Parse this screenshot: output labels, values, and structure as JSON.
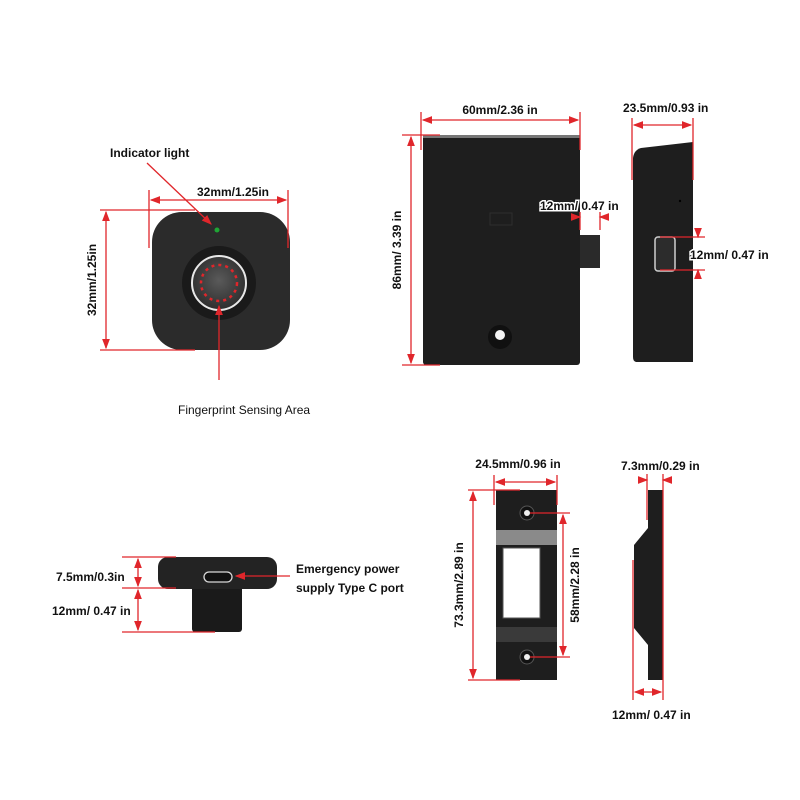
{
  "colors": {
    "dimension": "#e0262b",
    "product": "#1e1e1e",
    "indicator": "#1fa535"
  },
  "fingerprint_head_top": {
    "indicator_label": "Indicator light",
    "width_label": "32mm/1.25in",
    "height_label": "32mm/1.25in",
    "sensor_label": "Fingerprint Sensing Area"
  },
  "lock_body_front": {
    "width_label": "60mm/2.36 in",
    "height_label": "86mm/ 3.39 in",
    "bolt_label": "12mm/ 0.47 in"
  },
  "lock_body_side": {
    "depth_label": "23.5mm/0.93 in",
    "bolt_label": "12mm/ 0.47 in"
  },
  "fingerprint_head_side": {
    "head_label": "7.5mm/0.3in",
    "stem_label": "12mm/ 0.47 in",
    "port_label_line1": "Emergency power",
    "port_label_line2": "supply Type C port"
  },
  "strike_plate_front": {
    "width_label": "24.5mm/0.96 in",
    "height_label": "73.3mm/2.89 in",
    "hole_spacing_label": "58mm/2.28 in"
  },
  "strike_plate_side": {
    "thickness_label": "7.3mm/0.29 in",
    "depth_label": "12mm/ 0.47 in"
  }
}
